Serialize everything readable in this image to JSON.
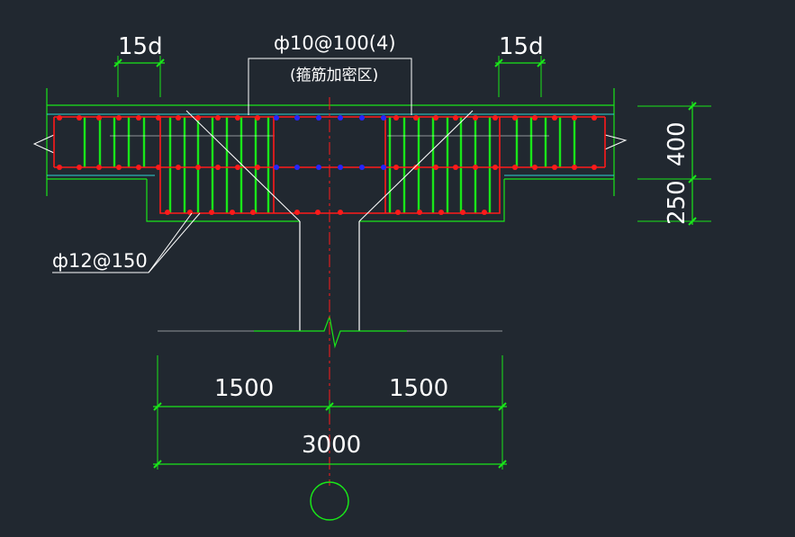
{
  "drawing": {
    "background": "#212830",
    "colors": {
      "concrete_outline": "#19e619",
      "main_bars": "#ff1a1a",
      "stirrups": "#19e619",
      "stirrup_dense_bars": "#2626ff",
      "leader_lines": "#ffffff",
      "dimension_lines": "#19e619",
      "center_line": "#ff1a1a",
      "slab_line": "#2fd3d3"
    },
    "labels": {
      "anchor_left": "15d",
      "anchor_right": "15d",
      "stirrup_spec": "ф10@100(4)",
      "stirrup_zone_note": "(箍筋加密区)",
      "bar_spec": "ф12@150"
    },
    "dimensions": {
      "beam_depth": "400",
      "haunch_depth": "250",
      "half_width_left": "1500",
      "half_width_right": "1500",
      "total_width": "3000"
    },
    "icons": {
      "axis_bubble": "axis-circle-icon",
      "break_symbol": "break-line-icon"
    }
  }
}
